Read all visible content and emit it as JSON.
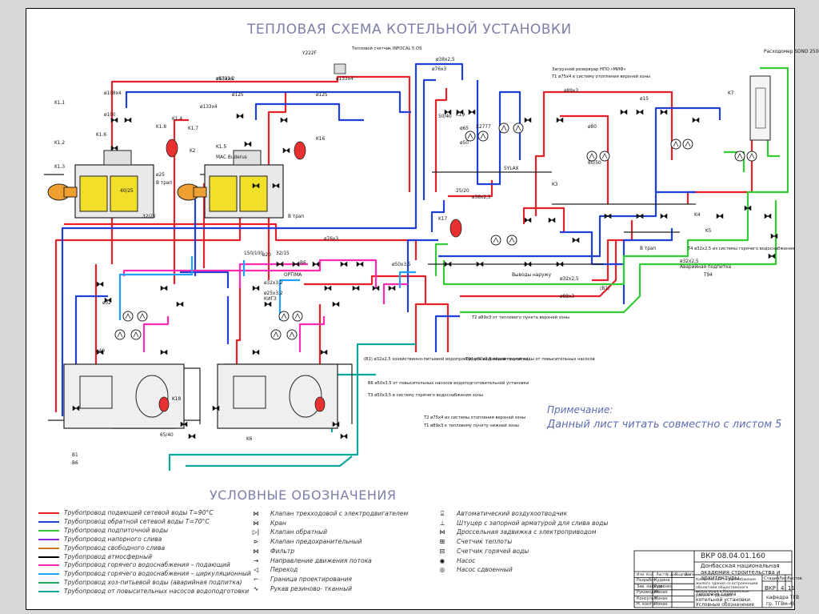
{
  "title": "ТЕПЛОВАЯ СХЕМА КОТЕЛЬНОЙ УСТАНОВКИ",
  "legend_title": "УСЛОВНЫЕ ОБОЗНАЧЕНИЯ",
  "note": {
    "heading": "Примечание:",
    "text": "Данный лист читать совместно с листом 5"
  },
  "colors": {
    "T1": "#e8202a",
    "T2": "#1f3fd6",
    "T94": "#33cc33",
    "T95": "#8a2be2",
    "T96": "#c47a1a",
    "T97": "#000000",
    "T3": "#ff2ab4",
    "T4": "#1fa0ff",
    "B1": "#22aa55",
    "B6": "#0aa89c"
  },
  "pipe_legend": [
    {
      "code": "T1",
      "color": "#e8202a",
      "label": "Трубопровод подающей сетевой воды Т=90°С"
    },
    {
      "code": "T2",
      "color": "#1f3fd6",
      "label": "Трубопровод обратной сетевой воды Т=70°С"
    },
    {
      "code": "T94",
      "color": "#33cc33",
      "label": "Трубопровод подпиточной воды"
    },
    {
      "code": "T95",
      "color": "#8a2be2",
      "label": "Трубопровод напорного слива"
    },
    {
      "code": "T96",
      "color": "#c47a1a",
      "label": "Трубопровод свободного слива"
    },
    {
      "code": "T97",
      "color": "#000000",
      "label": "Трубопровод атмосферный"
    },
    {
      "code": "T3",
      "color": "#ff2ab4",
      "label": "Трубопровод горячего водоснабжения – подающий"
    },
    {
      "code": "T4",
      "color": "#1fa0ff",
      "label": "Трубопровод горячего водоснабжения – циркуляционный"
    },
    {
      "code": "B1",
      "color": "#22aa55",
      "label": "Трубопровод хоз-питьевой воды (аварийная подпитка)"
    },
    {
      "code": "B6",
      "color": "#0aa89c",
      "label": "Трубопровод от повысительных насосов водоподготовки"
    }
  ],
  "symbol_legend_mid": [
    {
      "icon": "three-way-valve-icon",
      "glyph": "⋈",
      "label": "Клапан трехходовой с электродвигателем"
    },
    {
      "icon": "gate-valve-icon",
      "glyph": "⋈",
      "label": "Кран"
    },
    {
      "icon": "check-valve-icon",
      "glyph": "▷|",
      "label": "Клапан обратный"
    },
    {
      "icon": "safety-valve-icon",
      "glyph": "⊳",
      "label": "Клапан предохранительный"
    },
    {
      "icon": "filter-icon",
      "glyph": "⋈",
      "label": "Фильтр"
    },
    {
      "icon": "flow-arrow-icon",
      "glyph": "→",
      "label": "Направление движения потока"
    },
    {
      "icon": "reducer-icon",
      "glyph": "◁",
      "label": "Переход"
    },
    {
      "icon": "design-boundary-icon",
      "glyph": "⌐",
      "label": "Граница проектирования"
    },
    {
      "icon": "hose-icon",
      "glyph": "∿",
      "label": "Рукав резиново- тканный"
    }
  ],
  "symbol_legend_right": [
    {
      "icon": "air-vent-icon",
      "glyph": "⍓",
      "label": "Автоматический воздухоотводчик"
    },
    {
      "icon": "drain-fitting-icon",
      "glyph": "⊥",
      "label": "Штуцер с запорной арматурой для слива воды"
    },
    {
      "icon": "throttle-valve-icon",
      "glyph": "⋈",
      "label": "Дроссельная задвижка с электроприводом"
    },
    {
      "icon": "heat-meter-icon",
      "glyph": "⊞",
      "label": "Счетчик теплоты"
    },
    {
      "icon": "hot-water-meter-icon",
      "glyph": "⊟",
      "label": "Счетчик горячей воды"
    },
    {
      "icon": "pump-icon",
      "glyph": "◉",
      "label": "Насос"
    },
    {
      "icon": "twin-pump-icon",
      "glyph": "◎",
      "label": "Насос сдвоенный"
    }
  ],
  "labels": [
    {
      "text": "ø133x4"
    },
    {
      "text": "ø133x4"
    },
    {
      "text": "ø133x4"
    },
    {
      "text": "ø108x4"
    },
    {
      "text": "ø100"
    },
    {
      "text": "ø125"
    },
    {
      "text": "ø125"
    },
    {
      "text": "ø38x2,5"
    },
    {
      "text": "ø38x2,5"
    },
    {
      "text": "ø76x3"
    },
    {
      "text": "ø76x3"
    },
    {
      "text": "ø89x3"
    },
    {
      "text": "ø89x3"
    },
    {
      "text": "ø32x2,5"
    },
    {
      "text": "ø32x2,5"
    },
    {
      "text": "K1.1"
    },
    {
      "text": "K1.2"
    },
    {
      "text": "K1.3"
    },
    {
      "text": "K1.4"
    },
    {
      "text": "K1.5"
    },
    {
      "text": "K1.6"
    },
    {
      "text": "K1.7"
    },
    {
      "text": "K1.8"
    },
    {
      "text": "K2"
    },
    {
      "text": "K3"
    },
    {
      "text": "K4"
    },
    {
      "text": "K5"
    },
    {
      "text": "K6"
    },
    {
      "text": "K7"
    },
    {
      "text": "K16"
    },
    {
      "text": "K17"
    },
    {
      "text": "K18"
    },
    {
      "text": "K19"
    },
    {
      "text": "ø65"
    },
    {
      "text": "ø50"
    },
    {
      "text": "ø40"
    },
    {
      "text": "ø32"
    },
    {
      "text": "ø25"
    },
    {
      "text": "ø20"
    },
    {
      "text": "ø15"
    },
    {
      "text": "ø80"
    },
    {
      "text": "80/50"
    },
    {
      "text": "50/40"
    },
    {
      "text": "65/40"
    },
    {
      "text": "40/25"
    },
    {
      "text": "150/100"
    },
    {
      "text": "32/15"
    },
    {
      "text": "32/25"
    },
    {
      "text": "25/20"
    },
    {
      "text": "В трап"
    },
    {
      "text": "В трап"
    },
    {
      "text": "В трап"
    },
    {
      "text": "Выводы наружу"
    },
    {
      "text": "МАС Buderus"
    },
    {
      "text": "SYLAX"
    },
    {
      "text": "КИГЗ"
    },
    {
      "text": "X2777"
    },
    {
      "text": "Y222F"
    },
    {
      "text": "Тепловой счетчик INFOCAL 5 OS"
    },
    {
      "text": "Расходомер SONO 2500 CT"
    },
    {
      "text": "Загрузной резервуар НПО «МИФ»"
    },
    {
      "text": "T1 ø75x4 в систему отопления верхней зоны"
    },
    {
      "text": "T2 ø75x4 из системы отопления верхней зоны"
    },
    {
      "text": "T1 ø89x3 к тепловому пункту нижней зоны"
    },
    {
      "text": "T2 ø89x3 от теплового пункта верхней зоны"
    },
    {
      "text": "T94 ø32x2,5 подпиточной воды от повысительных насосов"
    },
    {
      "text": "(B1) ø32x2,5 хозяйственно-питьевой водопровод для аварийной подпитки"
    },
    {
      "text": "B6 ø50x3,5 от повысительных насосов водоподготовительной установки"
    },
    {
      "text": "T3 ø50x3,5 в систему горячего водоснабжения зоны"
    },
    {
      "text": "T4 ø32x2,5 из системы горячего водоснабжения"
    },
    {
      "text": "Аварийная подпитка"
    },
    {
      "text": "T94"
    },
    {
      "text": "(B1)"
    },
    {
      "text": "B1"
    },
    {
      "text": "B6"
    },
    {
      "text": "B6"
    },
    {
      "text": "OPTIMA"
    },
    {
      "text": "ø50x3,5"
    },
    {
      "text": "ø25x3,2"
    },
    {
      "text": "ø32x3,2"
    },
    {
      "text": "ø65x3,2"
    }
  ],
  "title_block": {
    "code": "ВКР 08.04.01.160",
    "org": "Донбасская национальная академия строительства и архитектуры",
    "project": "Комплексная теплоснабжения жилого здания со встроенными объектами общественного назначения в Калининском районе г. Донецка",
    "sheet_title": "Тепловая схема котельной установки. Условные обозначения",
    "stage_hdr": "Стадия",
    "sheet_hdr": "Лист",
    "sheets_hdr": "Листов",
    "stage": "ВКР",
    "sheet": "4",
    "sheets": "11",
    "dept": "кафедра ТГВ",
    "group": "гр. ТГВм-48",
    "roles": [
      "Изм.",
      "Кол.",
      "Лист",
      "№ док",
      "Подпись",
      "Дата"
    ],
    "people": [
      {
        "role": "Разработ.",
        "name": "Кудина"
      },
      {
        "role": "Зав. кафедр.",
        "name": "Гуженко"
      },
      {
        "role": "Руководит.",
        "name": "Монах"
      },
      {
        "role": "Консульт.",
        "name": "Монах"
      },
      {
        "role": "Н. контр.",
        "name": "Монах"
      }
    ]
  }
}
